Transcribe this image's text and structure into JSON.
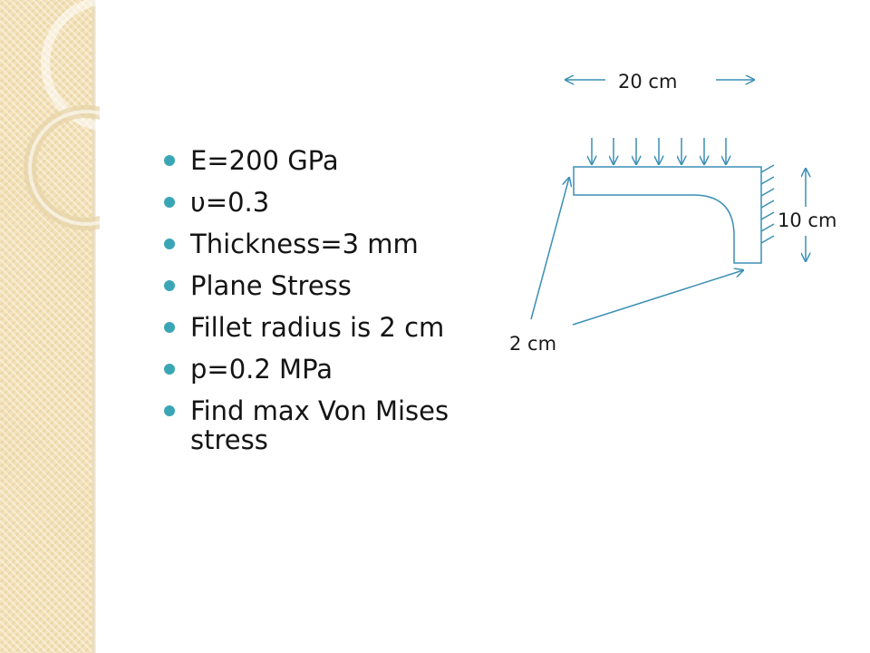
{
  "bullets": [
    "E=200 GPa",
    "υ=0.3",
    "Thickness=3 mm",
    "Plane Stress",
    "Fillet radius is 2 cm",
    "p=0.2 MPa",
    "Find max Von Mises stress"
  ],
  "diagram": {
    "width_label": "20 cm",
    "height_label": "10 cm",
    "thickness_label": "2 cm"
  },
  "colors": {
    "bullet": "#3aa6b5",
    "drawing": "#3b8fb5",
    "side_band": "#f3e1b8"
  }
}
